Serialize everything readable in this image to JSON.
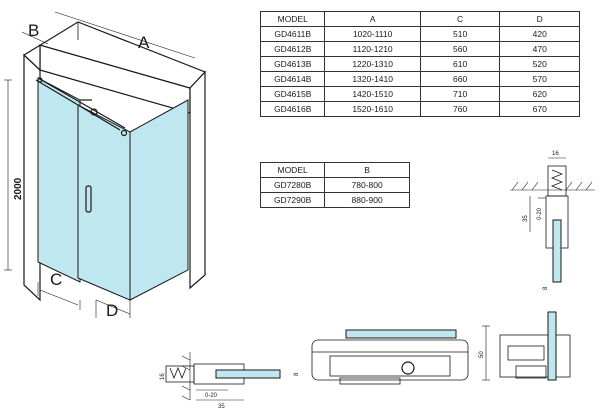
{
  "labels": {
    "a": "A",
    "b": "B",
    "c": "C",
    "d": "D",
    "height": "2000"
  },
  "table_main": {
    "headers": [
      "MODEL",
      "A",
      "C",
      "D"
    ],
    "rows": [
      [
        "GD4611B",
        "1020-1110",
        "510",
        "420"
      ],
      [
        "GD4612B",
        "1120-1210",
        "560",
        "470"
      ],
      [
        "GD4613B",
        "1220-1310",
        "610",
        "520"
      ],
      [
        "GD4614B",
        "1320-1410",
        "660",
        "570"
      ],
      [
        "GD4615B",
        "1420-1510",
        "710",
        "620"
      ],
      [
        "GD4616B",
        "1520-1610",
        "760",
        "670"
      ]
    ]
  },
  "table_side": {
    "headers": [
      "MODEL",
      "B"
    ],
    "rows": [
      [
        "GD7280B",
        "780-800"
      ],
      [
        "GD7290B",
        "880-900"
      ]
    ]
  },
  "details": {
    "right_top_width": "16",
    "right_top_adjust": "0-20",
    "right_top_height": "35",
    "right_top_gap": "8",
    "bottom_left_height": "16",
    "bottom_left_adjust": "0-20",
    "bottom_left_width": "35",
    "bottom_left_gap": "8",
    "bottom_right_height": "50"
  },
  "colors": {
    "glass": "#bfe7ef",
    "line": "#1a1a1a"
  }
}
